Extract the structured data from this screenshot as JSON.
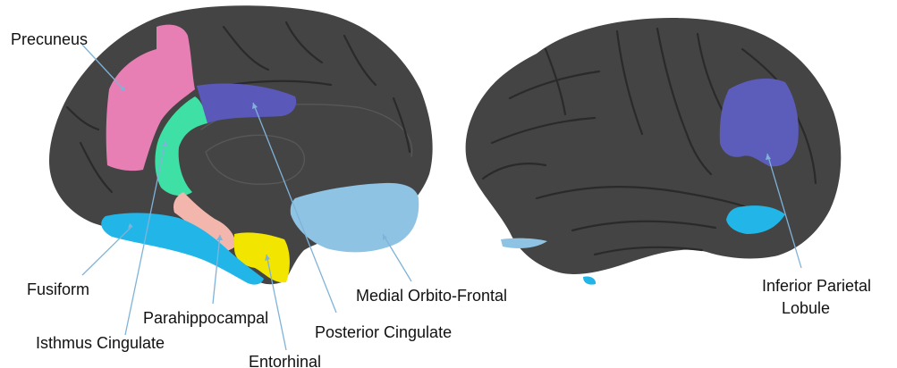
{
  "labels": {
    "precuneus": "Precuneus",
    "fusiform": "Fusiform",
    "isthmus_cingulate": "Isthmus Cingulate",
    "parahippocampal": "Parahippocampal",
    "entorhinal": "Entorhinal",
    "posterior_cingulate": "Posterior Cingulate",
    "medial_orbito_frontal": "Medial Orbito-Frontal",
    "inferior_parietal_line1": "Inferior Parietal",
    "inferior_parietal_line2": "Lobule"
  },
  "colors": {
    "brain": "#444444",
    "precuneus": "#e77fb4",
    "isthmus_cingulate": "#3ee0a6",
    "posterior_cingulate": "#5a58b8",
    "parahippocampal": "#f2b6ac",
    "entorhinal": "#f2e600",
    "fusiform": "#22b6e8",
    "medial_orbito_frontal": "#8fc3e3",
    "inferior_parietal": "#5c5cba",
    "leader_line": "#7fb3d9"
  }
}
